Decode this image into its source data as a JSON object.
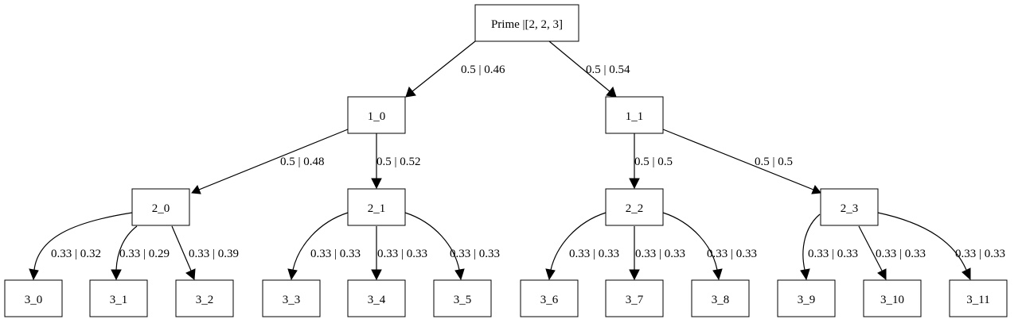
{
  "nodes": {
    "root": "Prime |[2, 2, 3]",
    "n1_0": "1_0",
    "n1_1": "1_1",
    "n2_0": "2_0",
    "n2_1": "2_1",
    "n2_2": "2_2",
    "n2_3": "2_3",
    "n3_0": "3_0",
    "n3_1": "3_1",
    "n3_2": "3_2",
    "n3_3": "3_3",
    "n3_4": "3_4",
    "n3_5": "3_5",
    "n3_6": "3_6",
    "n3_7": "3_7",
    "n3_8": "3_8",
    "n3_9": "3_9",
    "n3_10": "3_10",
    "n3_11": "3_11"
  },
  "edges": {
    "root_1_0": "0.5 | 0.46",
    "root_1_1": "0.5 | 0.54",
    "e1_0_2_0": "0.5 | 0.48",
    "e1_0_2_1": "0.5 | 0.52",
    "e1_1_2_2": "0.5 | 0.5",
    "e1_1_2_3": "0.5 | 0.5",
    "e2_0_3_0": "0.33 | 0.32",
    "e2_0_3_1": "0.33 | 0.29",
    "e2_0_3_2": "0.33 | 0.39",
    "e2_1_3_3": "0.33 | 0.33",
    "e2_1_3_4": "0.33 | 0.33",
    "e2_1_3_5": "0.33 | 0.33",
    "e2_2_3_6": "0.33 | 0.33",
    "e2_2_3_7": "0.33 | 0.33",
    "e2_2_3_8": "0.33 | 0.33",
    "e2_3_3_9": "0.33 | 0.33",
    "e2_3_3_10": "0.33 | 0.33",
    "e2_3_3_11": "0.33 | 0.33"
  }
}
